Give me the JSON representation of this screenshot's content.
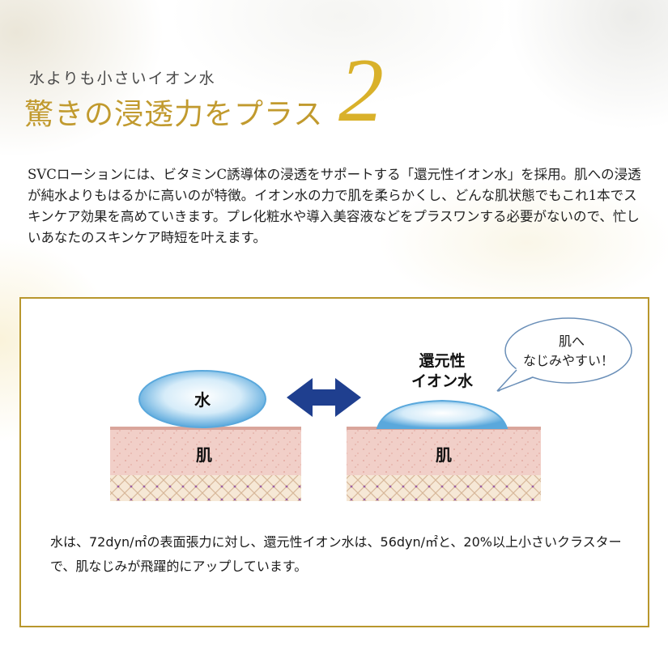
{
  "header": {
    "subtitle": "水よりも小さいイオン水",
    "title": "驚きの浸透力をプラス",
    "number": "2"
  },
  "description": "SVCローションには、ビタミンC誘導体の浸透をサポートする「還元性イオン水」を採用。肌への浸透が純水よりもはるかに高いのが特徴。イオン水の力で肌を柔らかくし、どんな肌状態でもこれ1本でスキンケア効果を高めていきます。プレ化粧水や導入美容液などをプラスワンする必要がないので、忙しいあなたのスキンケア時短を叶えます。",
  "diagram": {
    "left_drop_label": "水",
    "left_skin_label": "肌",
    "right_drop_label_line1": "還元性",
    "right_drop_label_line2": "イオン水",
    "right_skin_label": "肌",
    "bubble_line1": "肌へ",
    "bubble_line2": "なじみやすい！",
    "colors": {
      "drop_blue": "#5aa8dc",
      "arrow_navy": "#1f3f8f",
      "skin_pink": "#f1cfc8",
      "border_gold": "#b8972d"
    }
  },
  "caption": "水は、72dyn/㎡の表面張力に対し、還元性イオン水は、56dyn/㎡と、20%以上小さいクラスターで、肌なじみが飛躍的にアップしています。"
}
